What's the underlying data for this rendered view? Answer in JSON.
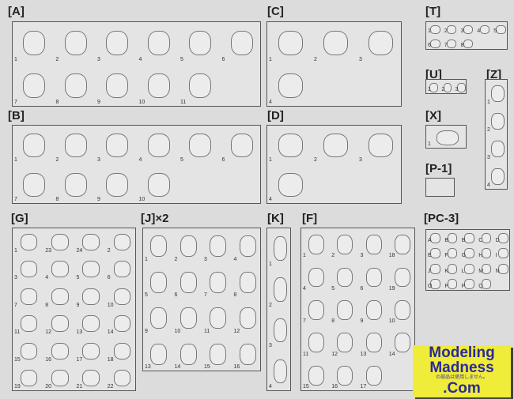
{
  "sprues": [
    {
      "id": "A",
      "label": "[A]",
      "numbers": [
        "1",
        "2",
        "3",
        "4",
        "5",
        "6",
        "7",
        "8",
        "9",
        "10",
        "11"
      ]
    },
    {
      "id": "C",
      "label": "[C]",
      "numbers": [
        "1",
        "2",
        "3",
        "4"
      ]
    },
    {
      "id": "T",
      "label": "[T]",
      "numbers": [
        "1",
        "2",
        "3",
        "4",
        "5",
        "6",
        "7",
        "8"
      ]
    },
    {
      "id": "U",
      "label": "[U]",
      "numbers": [
        "1",
        "2",
        "3"
      ]
    },
    {
      "id": "Z",
      "label": "[Z]",
      "numbers": [
        "1",
        "2",
        "3",
        "4"
      ]
    },
    {
      "id": "B",
      "label": "[B]",
      "numbers": [
        "1",
        "2",
        "3",
        "4",
        "5",
        "6",
        "7",
        "8",
        "9",
        "10"
      ]
    },
    {
      "id": "D",
      "label": "[D]",
      "numbers": [
        "1",
        "2",
        "3",
        "4"
      ]
    },
    {
      "id": "X",
      "label": "[X]",
      "numbers": [
        "1"
      ]
    },
    {
      "id": "P1",
      "label": "[P-1]",
      "numbers": []
    },
    {
      "id": "G",
      "label": "[G]",
      "numbers": [
        "1",
        "23",
        "24",
        "2",
        "3",
        "4",
        "5",
        "6",
        "7",
        "8",
        "9",
        "10",
        "11",
        "12",
        "13",
        "14",
        "15",
        "16",
        "17",
        "18",
        "19",
        "20",
        "21",
        "22"
      ]
    },
    {
      "id": "J",
      "label": "[J]×2",
      "numbers": [
        "1",
        "2",
        "3",
        "4",
        "5",
        "6",
        "7",
        "8",
        "9",
        "10",
        "11",
        "12",
        "13",
        "14",
        "15",
        "16"
      ]
    },
    {
      "id": "K",
      "label": "[K]",
      "numbers": [
        "1",
        "2",
        "3",
        "4"
      ]
    },
    {
      "id": "F",
      "label": "[F]",
      "numbers": [
        "1",
        "2",
        "3",
        "18",
        "4",
        "5",
        "6",
        "19",
        "7",
        "8",
        "9",
        "10",
        "11",
        "12",
        "13",
        "14",
        "15",
        "16",
        "17"
      ]
    },
    {
      "id": "PC3",
      "label": "[PC-3]",
      "numbers": [
        "A",
        "B",
        "B",
        "C",
        "D",
        "E",
        "F",
        "G",
        "H",
        "I",
        "J",
        "K",
        "L",
        "M",
        "N",
        "O",
        "P",
        "P",
        "Q"
      ]
    }
  ],
  "watermark": {
    "line1": "Modeling",
    "line2": "Madness",
    "line3": ".Com",
    "note": "の部品は使用しません。"
  }
}
